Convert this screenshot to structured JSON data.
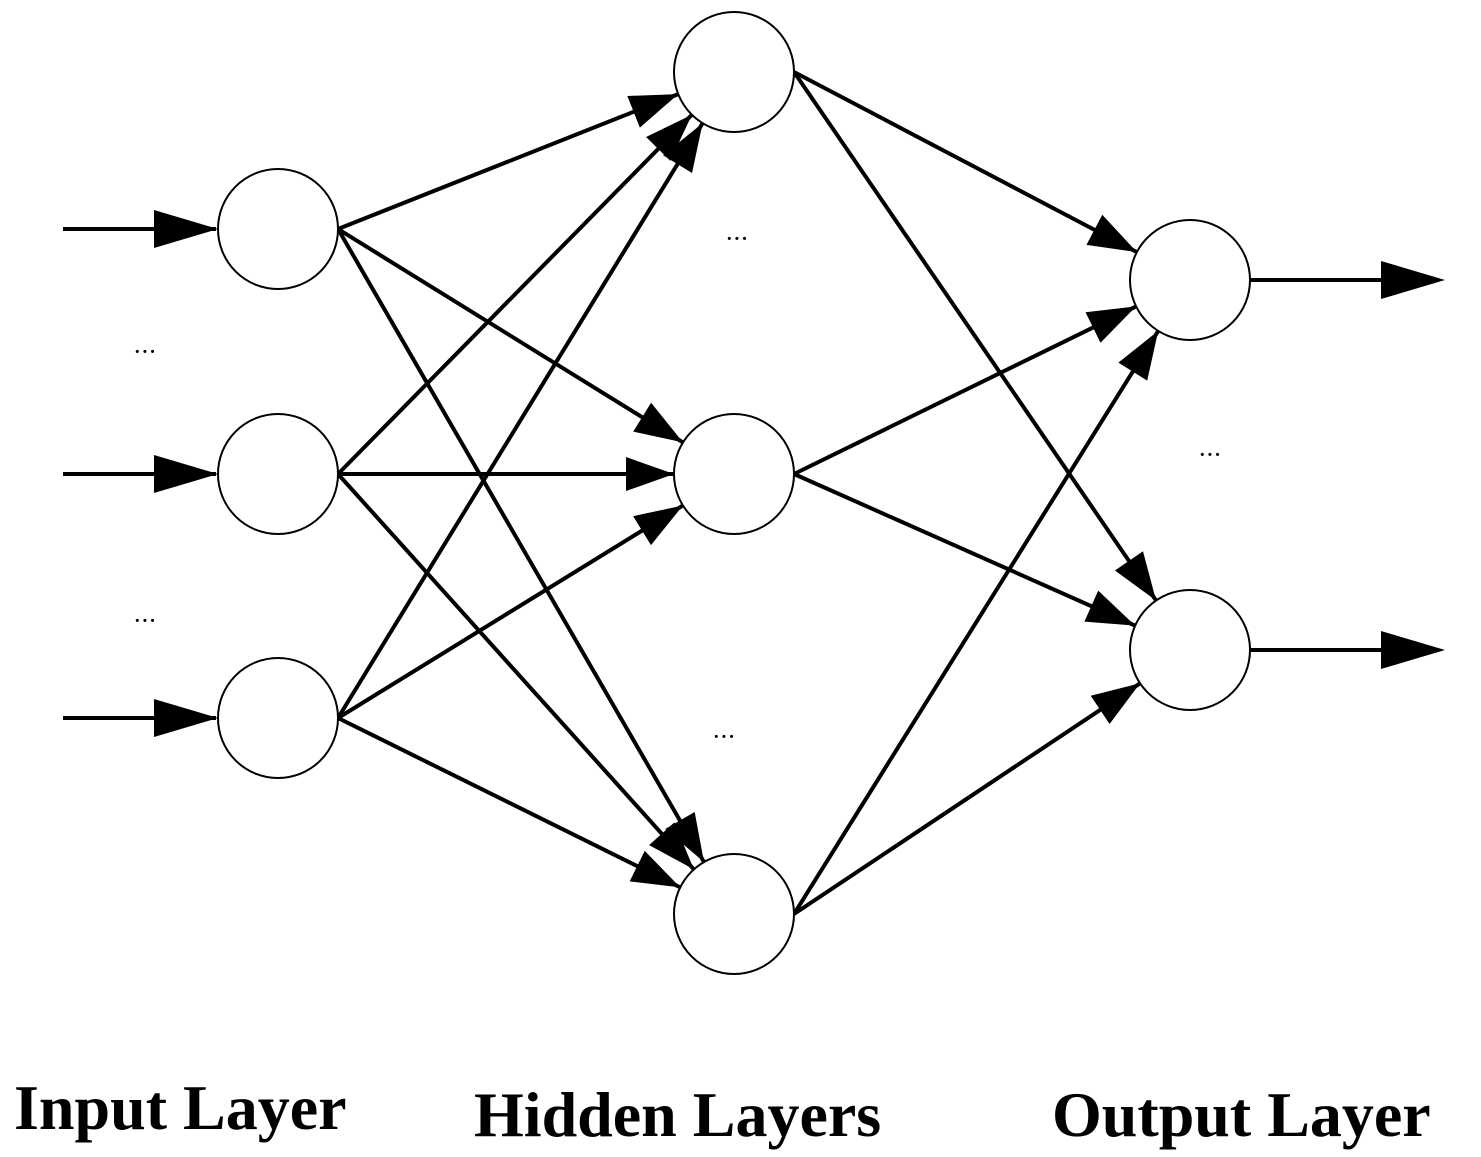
{
  "diagram": {
    "layers": [
      {
        "id": "input",
        "label": "Input Layer",
        "nodes": [
          "input-1",
          "input-2",
          "input-3"
        ]
      },
      {
        "id": "hidden",
        "label": "Hidden Layers",
        "nodes": [
          "hidden-1",
          "hidden-2",
          "hidden-3"
        ]
      },
      {
        "id": "output",
        "label": "Output Layer",
        "nodes": [
          "output-1",
          "output-2"
        ]
      }
    ],
    "ellipsis": "···",
    "colors": {
      "stroke": "#000000",
      "node_fill": "#ffffff",
      "background": "#ffffff"
    },
    "connectivity": "fully-connected"
  }
}
